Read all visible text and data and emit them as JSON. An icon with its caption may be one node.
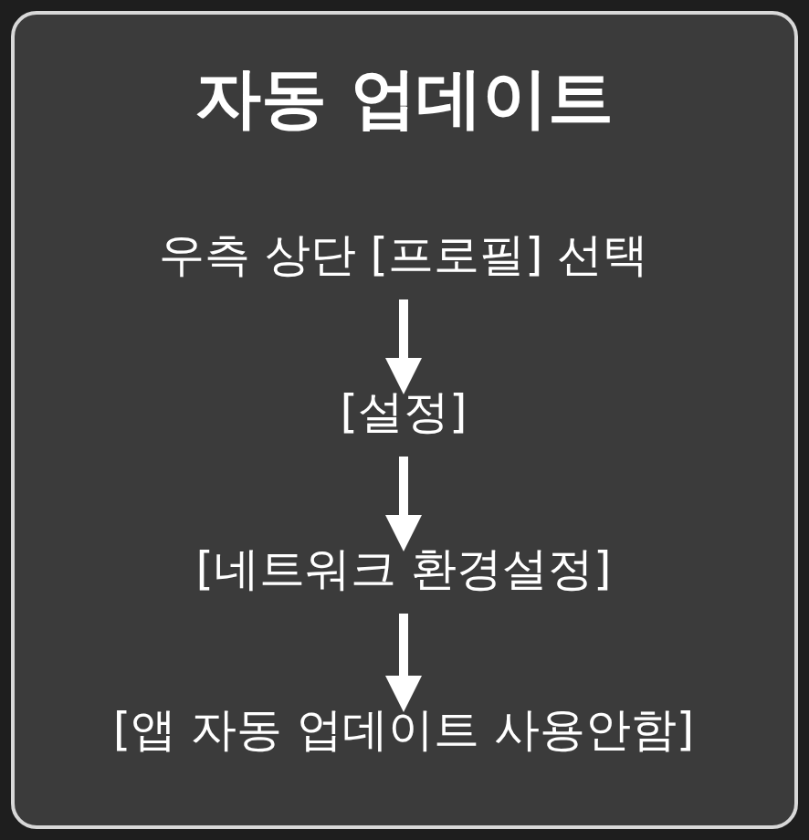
{
  "diagram": {
    "title": "자동 업데이트",
    "nodes": [
      {
        "text": [
          "우측 상단 [프로필] 선택"
        ]
      },
      {
        "text": [
          "[설정]"
        ]
      },
      {
        "text": [
          "[네트워크 환경설정]"
        ]
      },
      {
        "text": [
          "[앱 자동 업데이트 사용안함]"
        ]
      }
    ],
    "edges": [
      {
        "from": 0,
        "to": 1,
        "arrow": "to"
      },
      {
        "from": 1,
        "to": 2,
        "arrow": "to"
      },
      {
        "from": 2,
        "to": 3,
        "arrow": "to"
      }
    ]
  }
}
